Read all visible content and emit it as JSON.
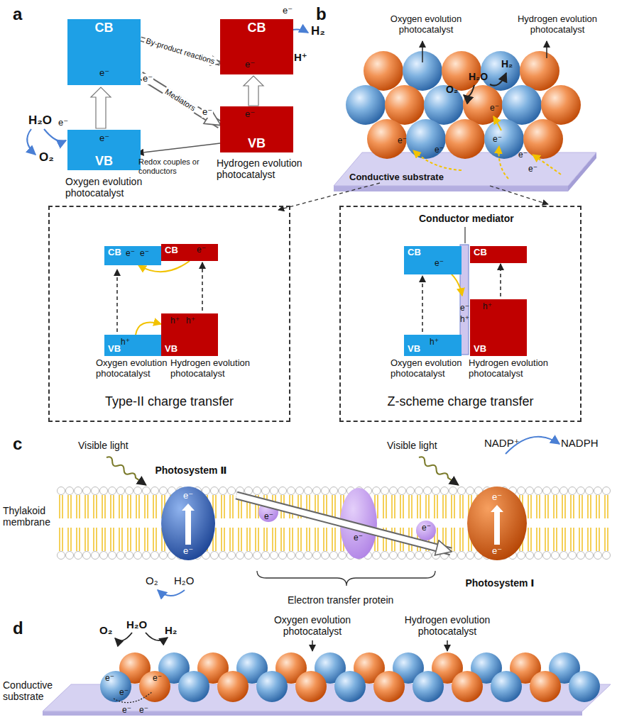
{
  "diagram": {
    "nodes": [
      {
        "text": [
          "CB"
        ]
      },
      {
        "text": [
          "VB"
        ]
      },
      {
        "text": [
          "CB"
        ]
      },
      {
        "text": [
          "VB"
        ]
      },
      {
        "text": [
          "Type-II charge transfer"
        ]
      },
      {
        "text": [
          "CB"
        ],
        "in": 4
      },
      {
        "text": [
          "CB"
        ],
        "in": 4
      },
      {
        "text": [
          "VB"
        ],
        "in": 4
      },
      {
        "text": [
          "VB"
        ],
        "in": 4
      },
      {
        "text": [
          "Z-scheme charge transfer"
        ]
      },
      {
        "text": [
          "CB"
        ],
        "in": 9
      },
      {
        "text": [
          "CB"
        ],
        "in": 9
      },
      {
        "text": [
          "VB"
        ],
        "in": 9
      },
      {
        "text": [
          "VB"
        ],
        "in": 9
      },
      {
        "text": [
          "Photosystem Ⅱ"
        ]
      },
      {
        "text": [
          "Photosystem Ⅰ"
        ]
      }
    ],
    "edges": [
      {
        "from": 0,
        "to": 3,
        "label": "Mediators",
        "arrow": "to"
      },
      {
        "from": 0,
        "to": 2,
        "label": "By-product reactions",
        "arrow": "to"
      },
      {
        "from": 6,
        "to": 5,
        "arrow": "to"
      },
      {
        "from": 7,
        "to": 8,
        "arrow": "to"
      },
      {
        "from": 14,
        "to": 15,
        "arrow": "to"
      }
    ],
    "labels": [
      "a",
      "b",
      "c",
      "d",
      "e⁻",
      "H₂",
      "H⁺",
      "H₂O",
      "O₂",
      "e⁻",
      "e⁻",
      "e⁻",
      "e⁻",
      "e⁻",
      "e⁻",
      "e⁻",
      "Redox couples or conductors",
      "Oxygen evolution photocatalyst",
      "Hydrogen evolution photocatalyst",
      "Oxygen evolution photocatalyst",
      "Hydrogen evolution photocatalyst",
      "O₂",
      "H₂O",
      "H₂",
      "Conductive substrate",
      "e⁻",
      "e⁻",
      "e⁻",
      "e⁻",
      "e⁻",
      "e⁻",
      "e⁻",
      "e⁻",
      "e⁻",
      "h⁺",
      "h⁺",
      "h⁺",
      "Oxygen evolution photocatalyst",
      "Hydrogen evolution photocatalyst",
      "Conductor mediator",
      "e⁻",
      "e⁻",
      "h⁺",
      "h⁺",
      "h⁺",
      "Oxygen evolution photocatalyst",
      "Hydrogen evolution photocatalyst",
      "Visible light",
      "Visible light",
      "NADP⁺",
      "NADPH",
      "Thylakoid membrane",
      "O₂",
      "H₂O",
      "Electron transfer protein",
      "e⁻",
      "e⁻",
      "e⁻",
      "e⁻",
      "e⁻",
      "e⁻",
      "e⁻",
      "O₂",
      "H₂O",
      "H₂",
      "Oxygen evolution photocatalyst",
      "Hydrogen evolution photocatalyst",
      "Conductive substrate",
      "e⁻",
      "e⁻",
      "e⁻",
      "e⁻",
      "e⁻"
    ]
  }
}
